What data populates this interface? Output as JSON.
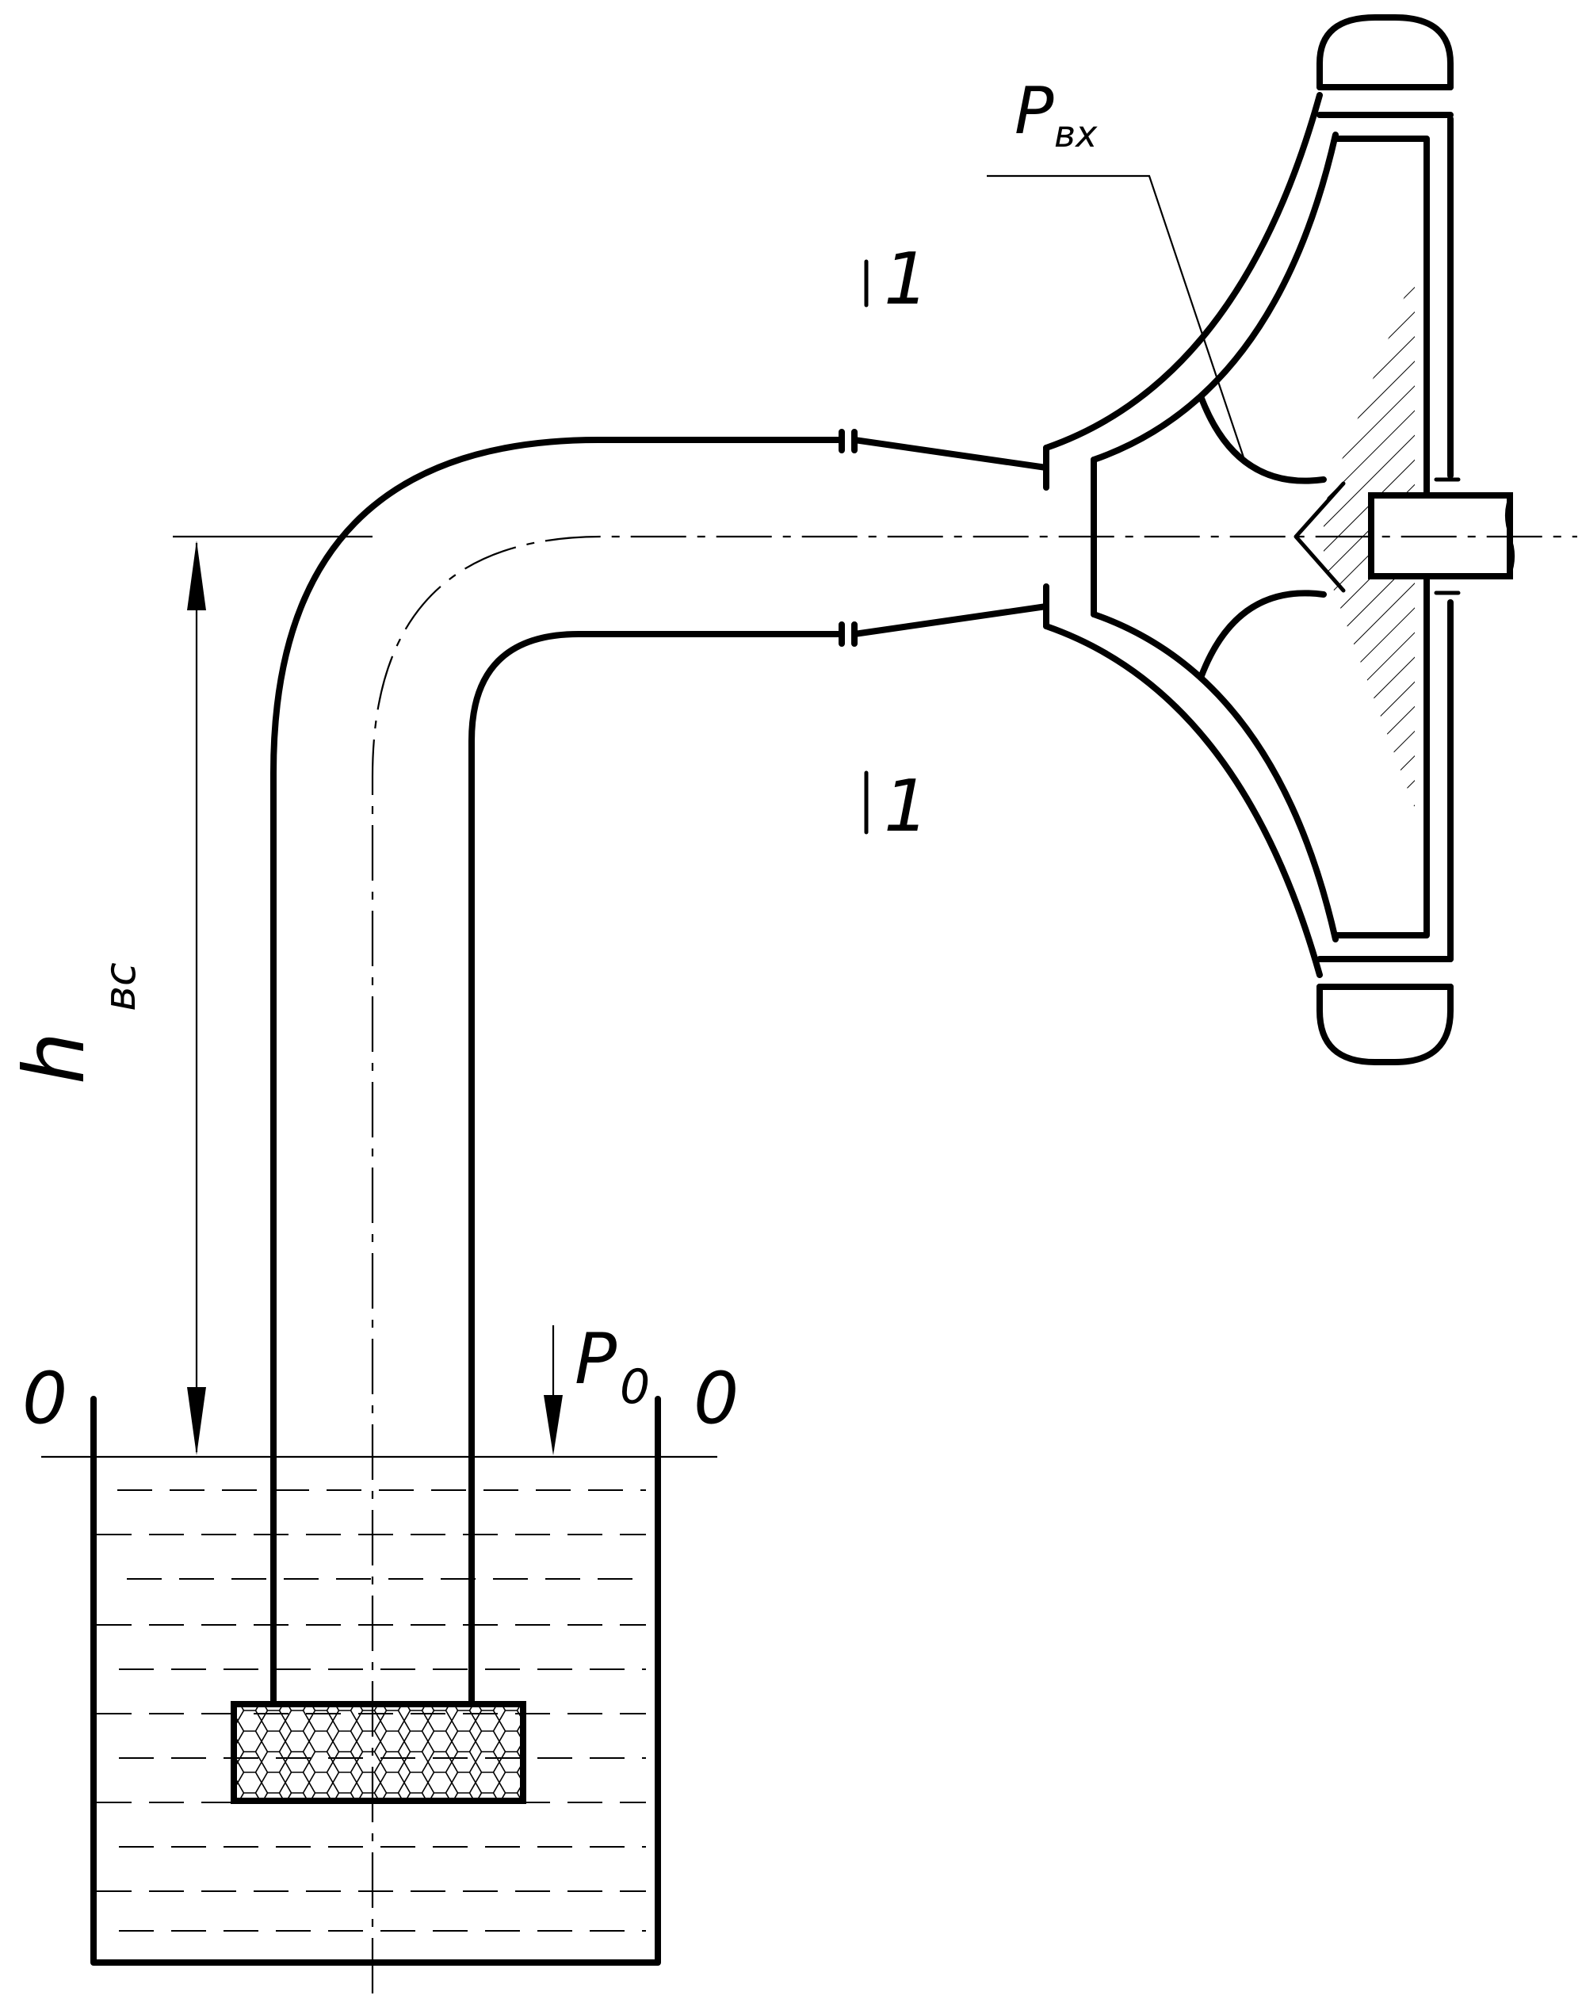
{
  "labels": {
    "p_in_main": "P",
    "p_in_sub": "вх",
    "section_top": "1",
    "section_bottom": "1",
    "h_main": "h",
    "h_sub": "вс",
    "p0_main": "P",
    "p0_sub": "0",
    "level_left": "0",
    "level_right": "0"
  },
  "colors": {
    "line": "#000000",
    "background": "#ffffff"
  }
}
